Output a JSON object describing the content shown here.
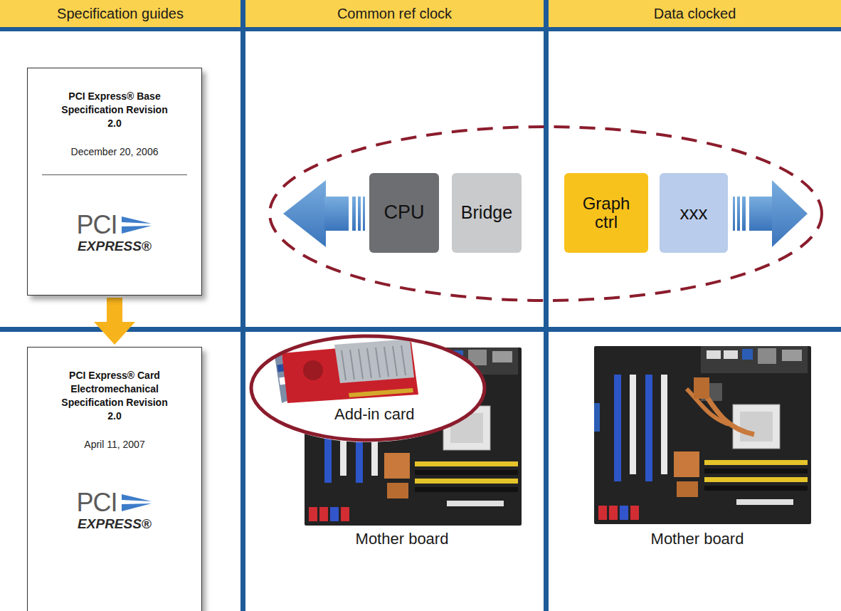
{
  "diagram": {
    "nodes": [
      {
        "text": [
          "Specification guides"
        ]
      },
      {
        "text": [
          "Common ref clock"
        ]
      },
      {
        "text": [
          "Data clocked"
        ]
      },
      {
        "text": [
          "PCI Express® Base Specification Revision 2.0",
          "December 20, 2006",
          "PCI",
          "EXPRESS®"
        ]
      },
      {
        "text": [
          "CPU"
        ]
      },
      {
        "text": [
          "Bridge"
        ]
      },
      {
        "text": [
          "Graph ctrl"
        ]
      },
      {
        "text": [
          "xxx"
        ]
      },
      {
        "text": [
          "PCI Express® Card Electromechanical Specification Revision 2.0",
          "April 11, 2007",
          "PCI",
          "EXPRESS®"
        ]
      },
      {
        "text": [
          "Add-in card"
        ]
      }
    ],
    "edges": [
      {
        "from": 3,
        "to": 8,
        "arrow": "to"
      }
    ],
    "labels": [
      "Mother board",
      "Mother board"
    ]
  }
}
